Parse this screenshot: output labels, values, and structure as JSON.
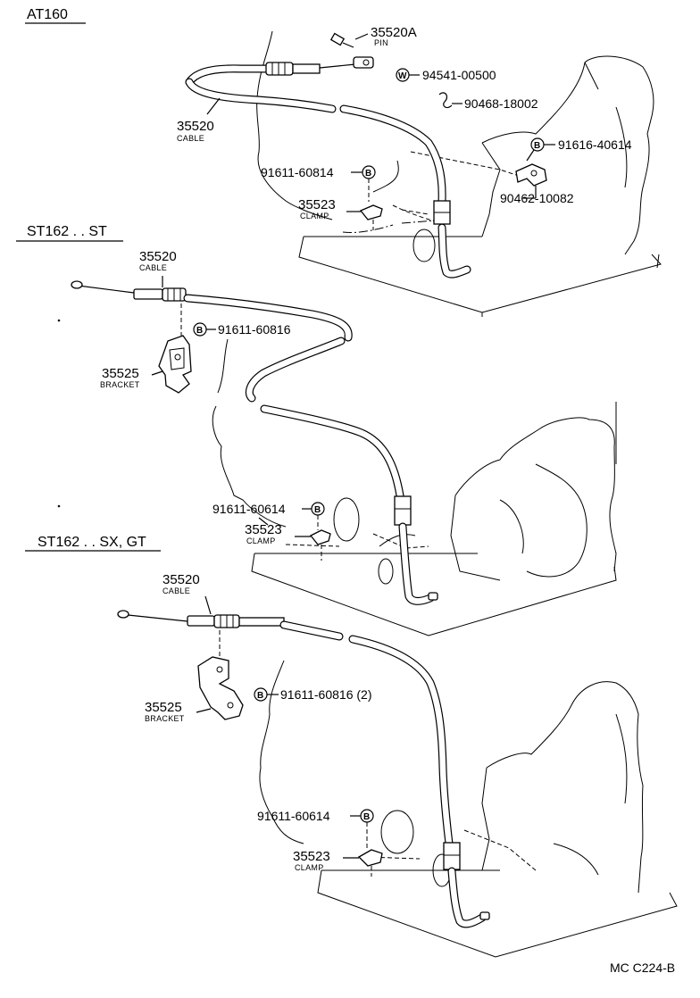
{
  "sections": {
    "at160": {
      "header": "AT160",
      "cable_num": "35520",
      "cable_sub": "CABLE",
      "pin_num": "35520A",
      "pin_sub": "PIN",
      "washer_sym": "W",
      "washer_num": "94541-00500",
      "clip_num": "90468-18002",
      "bolt_top_sym": "B",
      "bolt_top_num": "91616-40614",
      "clamp_part_num": "90462-10082",
      "bolt_sym": "B",
      "bolt_num": "91611-60814",
      "clamp_num": "35523",
      "clamp_sub": "CLAMP"
    },
    "st": {
      "header": "ST162 . . ST",
      "cable_num": "35520",
      "cable_sub": "CABLE",
      "bolt_top_sym": "B",
      "bolt_top_num": "91611-60816",
      "bracket_num": "35525",
      "bracket_sub": "BRACKET",
      "bolt_sym": "B",
      "bolt_num": "91611-60614",
      "clamp_num": "35523",
      "clamp_sub": "CLAMP"
    },
    "sxgt": {
      "header": "ST162 . . SX, GT",
      "cable_num": "35520",
      "cable_sub": "CABLE",
      "bracket_num": "35525",
      "bracket_sub": "BRACKET",
      "bolt_top_sym": "B",
      "bolt_top_num": "91611-60816 (2)",
      "bolt_sym": "B",
      "bolt_num": "91611-60614",
      "clamp_num": "35523",
      "clamp_sub": "CLAMP"
    }
  },
  "footer": {
    "code": "MC C224-B"
  }
}
